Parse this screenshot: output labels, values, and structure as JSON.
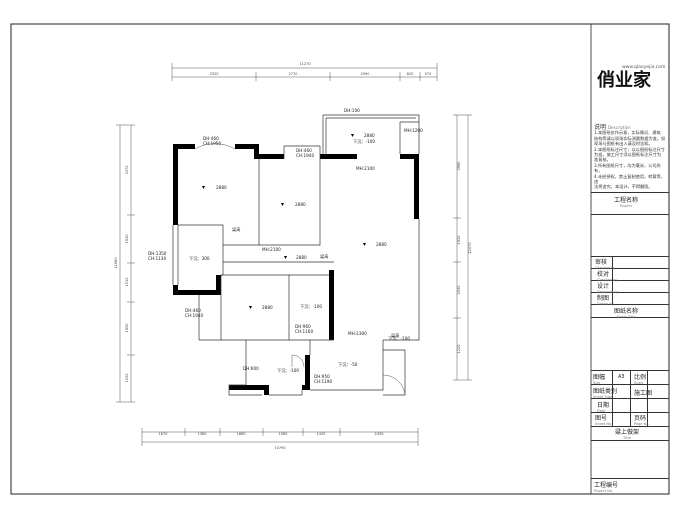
{
  "logo": {
    "text": "俏业家",
    "url": "www.qiaoyejia.com"
  },
  "notes": {
    "title": "说明",
    "title_en": "Description",
    "lines": [
      "1.本图纸仅作示意，实际情况、建筑",
      "结构等请以现场实际测量数据为准。如",
      "现场与图纸有出入请及时告知。",
      "2.本图纸标注尺寸，以以图纸标注尺寸",
      "为准，施工尺寸须以图纸标注尺寸为",
      "准复核。",
      "3.所有图纸尺寸，均为毫米，公司所有，",
      "4.未经授权，禁止复制使用，转载等，违",
      "法将追究，本设计，不得翻版。"
    ]
  },
  "title_block": {
    "project_name": "工程名称",
    "project_name_en": "Project",
    "review": "审核",
    "review_en": "Checked by",
    "check": "校对",
    "check_en": "Checked by",
    "design": "设计",
    "design_en": "Designed by",
    "draw": "制图",
    "draw_en": "Drawn by",
    "drawing_name": "图纸名称",
    "drawing_name_en": "Sheet Title",
    "size": "图幅",
    "size_en": "Size",
    "size_value": "A3",
    "scale": "比例",
    "scale_en": "Scale",
    "category": "图纸类别",
    "category_en": "Sheet Type",
    "category_value": "施工图",
    "date": "日期",
    "date_en": "Date",
    "sheet_no": "图号",
    "sheet_no_en": "Sheet No.",
    "page": "页码",
    "page_en": "Page No.",
    "drawing_title": "粱上做架",
    "drawing_title_en": "Title",
    "project_no": "工程编号",
    "project_no_en": "Project No."
  },
  "dimensions": {
    "top_total": "11270",
    "top_segments": [
      "3320",
      "2770",
      "2990",
      "820",
      "570"
    ],
    "bottom_total": "10790",
    "bottom_segments": [
      "1670",
      "1380",
      "1680",
      "1580",
      "1430",
      "2430"
    ],
    "left_total": "11680",
    "left_segments": [
      "3370",
      "1910",
      "1510",
      "1950",
      "1250"
    ],
    "right_total": "12470",
    "right_segments": [
      "3990",
      "1910",
      "2030",
      "1220"
    ]
  },
  "labels": {
    "dh100": "DH:100",
    "dh460_ch1950": [
      "DH:460",
      "CH:1950"
    ],
    "dh460_ch1940_top": [
      "DH:460",
      "CH:1940"
    ],
    "mh1200": "MH:1200",
    "mh2100_top": "MH:2100",
    "mh2100_mid": "MH:2100",
    "mh2300": "MH:2300",
    "dh1350_ch1130": [
      "DH:1350",
      "CH:1130"
    ],
    "dh460_ch1940_left": [
      "DH:460",
      "CH:1940"
    ],
    "dh960_ch1160": [
      "DH:960",
      "CH:1160"
    ],
    "dh600": "DH:600",
    "dh950_ch1190": [
      "DH:950",
      "CH:1190"
    ],
    "ceil_2880_a": "2880",
    "ceil_2880_b": "2880",
    "ceil_2880_c": "2880",
    "ceil_2880_d": "2880",
    "ceil_2880_e": "2880",
    "ceil_2880_f": "2880",
    "lower_300_a": "下沉：300",
    "lower_100_a": "下沉：-100",
    "lower_100_b": "下沉：-100",
    "lower_100_c": "下沉：-100",
    "lower_50": "下沉：-50",
    "lower_100_d": "下沉：-100",
    "beam_a": "梁高",
    "beam_b": "梁高",
    "beam_c": "梁高"
  }
}
